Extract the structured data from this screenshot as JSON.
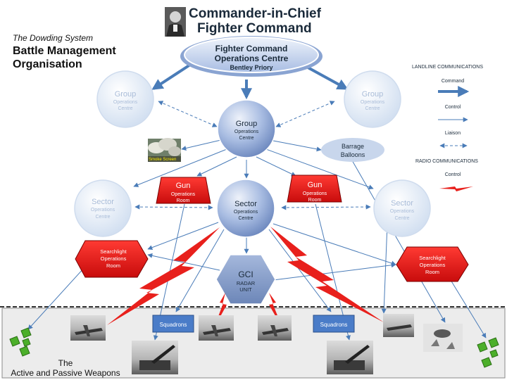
{
  "header": {
    "title_line1": "Commander-in-Chief",
    "title_line2": "Fighter Command",
    "system_name": "The Dowding System",
    "subtitle_line1": "Battle Management",
    "subtitle_line2": "Organisation"
  },
  "hq": {
    "line1": "Fighter Command",
    "line2": "Operations Centre",
    "line3": "Bentley Priory"
  },
  "group_faded": {
    "title": "Group",
    "line1": "Operations",
    "line2": "Centre"
  },
  "group_main": {
    "title": "Group",
    "line1": "Operations",
    "line2": "Centre"
  },
  "sector_faded": {
    "title": "Sector",
    "line1": "Operations",
    "line2": "Centre"
  },
  "sector_main": {
    "title": "Sector",
    "line1": "Operations",
    "line2": "Centre"
  },
  "barrage": {
    "line1": "Barrage",
    "line2": "Balloons"
  },
  "smoke": {
    "label": "Smoke Screen"
  },
  "gun_room": {
    "title": "Gun",
    "line1": "Operations",
    "line2": "Room"
  },
  "searchlight_room": {
    "line1": "Searchlight",
    "line2": "Operations",
    "line3": "Room"
  },
  "gci": {
    "title": "GCI",
    "line1": "RADAR",
    "line2": "UNIT"
  },
  "squadrons": {
    "label": "Squadrons"
  },
  "weapons": {
    "line1": "The",
    "line2": "Active and Passive Weapons"
  },
  "legend": {
    "landline_heading": "LANDLINE COMMUNICATIONS",
    "command": "Command",
    "control": "Control",
    "liaison": "Liaison",
    "radio_heading": "RADIO COMMUNICATIONS",
    "radio_control": "Control"
  },
  "colors": {
    "arrow_blue": "#4a7cb8",
    "node_blue": "#8aa4d2",
    "faded_node": "#dbe6f4",
    "hq_fill": "#c3d3ee",
    "alert_red": "#e8201c",
    "hex_grey": "#7f98c4"
  },
  "icons": [
    "commander-portrait",
    "smoke-screen-photo",
    "fighter-aircraft-photo",
    "anti-aircraft-gun-photo",
    "barrage-balloon-photo",
    "searchlight-troop-icon"
  ]
}
